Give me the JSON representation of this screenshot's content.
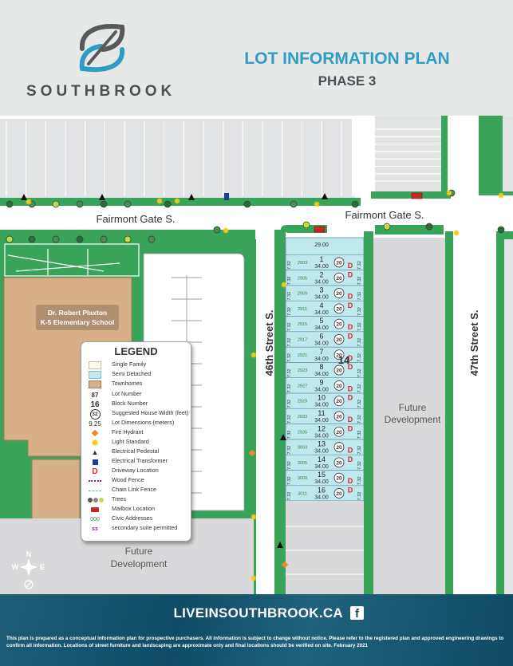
{
  "brand": {
    "name": "SOUTHBROOK"
  },
  "header": {
    "title": "LOT INFORMATION PLAN",
    "phase": "PHASE 3"
  },
  "map": {
    "streets": {
      "fairmont_left": "Fairmont Gate S.",
      "fairmont_right": "Fairmont Gate S.",
      "st46": "46th Street S.",
      "st47": "47th Street S."
    },
    "school": {
      "line1": "Dr. Robert Plaxton",
      "line2": "K-5 Elementary School"
    },
    "future_right": {
      "line1": "Future",
      "line2": "Development"
    },
    "future_bottom": {
      "line1": "Future",
      "line2": "Development"
    },
    "block_number": "14",
    "compass": {
      "north": "N",
      "west": "W",
      "east": "E"
    },
    "lots": [
      {
        "lot": "",
        "width": "29.00",
        "address": "",
        "house_width": ""
      },
      {
        "lot": "1",
        "width": "34.00",
        "address": "2903",
        "house_width": "20"
      },
      {
        "lot": "2",
        "width": "34.00",
        "address": "2905",
        "house_width": "20"
      },
      {
        "lot": "3",
        "width": "34.00",
        "address": "2909",
        "house_width": "20"
      },
      {
        "lot": "4",
        "width": "34.00",
        "address": "2911",
        "house_width": "20"
      },
      {
        "lot": "5",
        "width": "34.00",
        "address": "2915",
        "house_width": "20"
      },
      {
        "lot": "6",
        "width": "34.00",
        "address": "2917",
        "house_width": "20"
      },
      {
        "lot": "7",
        "width": "34.00",
        "address": "2921",
        "house_width": "20"
      },
      {
        "lot": "8",
        "width": "34.00",
        "address": "2923",
        "house_width": "20"
      },
      {
        "lot": "9",
        "width": "34.00",
        "address": "2927",
        "house_width": "20"
      },
      {
        "lot": "10",
        "width": "34.00",
        "address": "2929",
        "house_width": "20"
      },
      {
        "lot": "11",
        "width": "34.00",
        "address": "2933",
        "house_width": "20"
      },
      {
        "lot": "12",
        "width": "34.00",
        "address": "2935",
        "house_width": "20"
      },
      {
        "lot": "13",
        "width": "34.00",
        "address": "3003",
        "house_width": "20"
      },
      {
        "lot": "14",
        "width": "34.00",
        "address": "3005",
        "house_width": "20"
      },
      {
        "lot": "15",
        "width": "34.00",
        "address": "3009",
        "house_width": "20"
      },
      {
        "lot": "16",
        "width": "34.00",
        "address": "3011",
        "house_width": "20"
      }
    ],
    "depth_label": "7.32",
    "driveway_symbol": "D"
  },
  "legend": {
    "title": "LEGEND",
    "items": [
      {
        "label": "Single Family",
        "symbol": "",
        "color": "#fdfbe3"
      },
      {
        "label": "Semi Detached",
        "symbol": "",
        "color": "#bfe9ef"
      },
      {
        "label": "Townhomes",
        "symbol": "",
        "color": "#d7b089"
      },
      {
        "label": "Lot Number",
        "symbol": "87"
      },
      {
        "label": "Block Number",
        "symbol": "16"
      },
      {
        "label": "Suggested House Width (feet)",
        "symbol": "32"
      },
      {
        "label": "Lot Dimensions (meters)",
        "symbol": "9.25"
      },
      {
        "label": "Fire Hydrant",
        "symbol": ""
      },
      {
        "label": "Light Standard",
        "symbol": ""
      },
      {
        "label": "Electrical Pedestal",
        "symbol": ""
      },
      {
        "label": "Electrical Transformer",
        "symbol": ""
      },
      {
        "label": "Driveway Location",
        "symbol": "D"
      },
      {
        "label": "Wood Fence",
        "symbol": ""
      },
      {
        "label": "Chain Link Fence",
        "symbol": ""
      },
      {
        "label": "Trees",
        "symbol": ""
      },
      {
        "label": "Mailbox Location",
        "symbol": ""
      },
      {
        "label": "Civic Addresses",
        "symbol": "000"
      },
      {
        "label": "secondary suite permitted",
        "symbol": "ss"
      }
    ]
  },
  "footer": {
    "website": "LIVEINSOUTHBROOK.CA",
    "social_icon": "facebook-icon",
    "disclaimer": "This plan is prepared as a conceptual information plan for prospective purchasers. All information is subject to change without notice. Please refer to the registered plan and approved engineering drawings to confirm all information. Locations of street furniture and landscaping are approximate only and final locations should be verified on site. February 2021"
  },
  "colors": {
    "brand_blue": "#2e9cc4",
    "brand_grey": "#4a4f55",
    "green": "#3aa35a",
    "semi_detached": "#bfe9ef",
    "townhome": "#d7b089",
    "driveway": "#d62828",
    "footer": "#0f4c65"
  }
}
